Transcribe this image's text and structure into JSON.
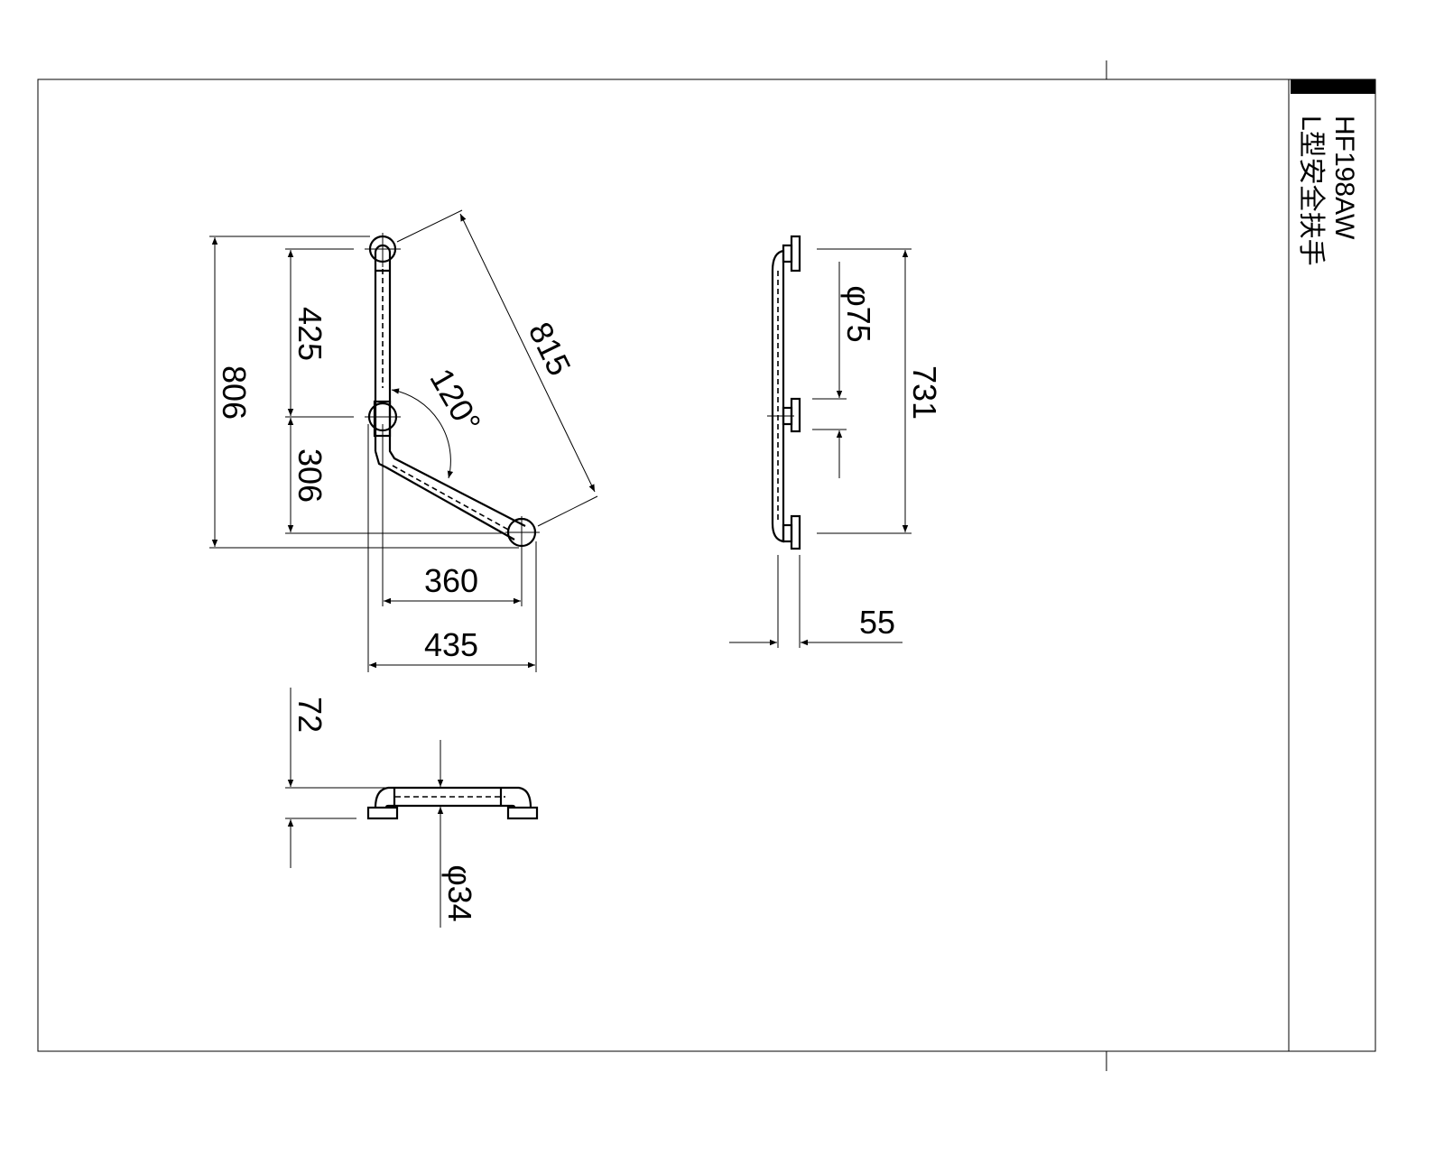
{
  "title_block": {
    "model": "HF198AW",
    "name": "L型安全扶手"
  },
  "dimensions": {
    "overall_height": "806",
    "upper_segment": "425",
    "lower_segment": "306",
    "diagonal_span": "815",
    "angle": "120°",
    "horizontal_inner": "360",
    "horizontal_outer": "435",
    "side_span": "731",
    "flange_diameter": "φ75",
    "projection": "55",
    "wall_offset": "72",
    "tube_diameter": "φ34"
  }
}
